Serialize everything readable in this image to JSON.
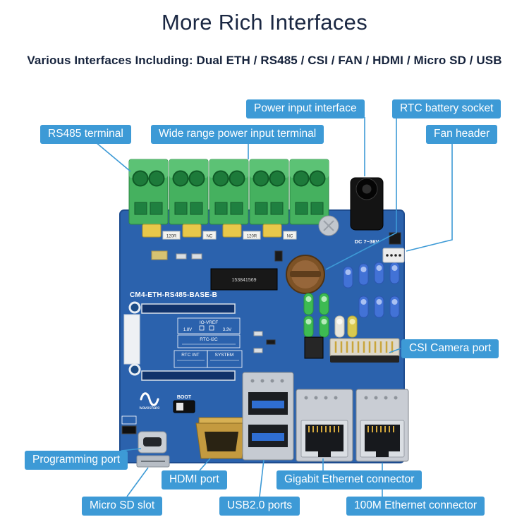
{
  "page": {
    "title": "More Rich Interfaces",
    "subtitle": "Various Interfaces Including: Dual ETH / RS485 / CSI / FAN / HDMI / Micro SD / USB"
  },
  "colors": {
    "accent_blue": "#3d9ad6",
    "title_navy": "#1a2742",
    "pcb_blue": "#2b62ad",
    "terminal_green": "#45b15f"
  },
  "callouts": {
    "power_input": "Power input interface",
    "rtc_battery": "RTC battery socket",
    "rs485": "RS485 terminal",
    "wide_power": "Wide range power input terminal",
    "fan_header": "Fan header",
    "csi_camera": "CSI Camera port",
    "programming": "Programming port",
    "hdmi": "HDMI port",
    "gigabit_eth": "Gigabit Ethernet connector",
    "micro_sd": "Micro SD slot",
    "usb2": "USB2.0 ports",
    "eth_100m": "100M Ethernet connector"
  },
  "board_silkscreen": {
    "model": "CM4-ETH-RS485-BASE-B",
    "chip_marking": "153841569",
    "dc_range": "DC 7~36V",
    "boot": "BOOT",
    "io_vref": "IO-VREF",
    "v18": "1.8V",
    "v33": "3.3V",
    "rtc_i2c": "RTC-I2C",
    "rtc_int": "RTC INT",
    "system": "SYSTEM",
    "logo": "waveshare",
    "tag_120r": "120R",
    "tag_nc": "NC"
  }
}
